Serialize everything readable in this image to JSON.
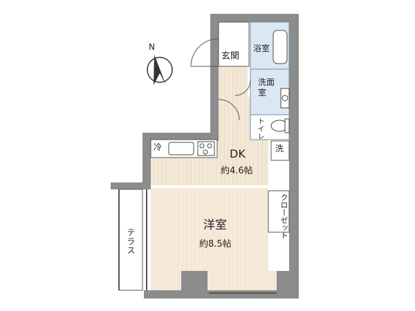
{
  "compass": {
    "north_label": "N",
    "icon": "compass-north-arrow"
  },
  "rooms": {
    "genkan": "玄関",
    "bath": "浴室",
    "washroom": "洗面室",
    "toilet": "トイレ",
    "laundry": "洗",
    "fridge": "冷",
    "dk_name": "DK",
    "dk_size": "約4.6帖",
    "closet": "クローゼット",
    "western_name": "洋室",
    "western_size": "約8.5帖",
    "terrace": "テラス"
  },
  "colors": {
    "wall": "#8c8c8c",
    "dk_floor": "#f3e7d6",
    "western_floor": "#f6eadb",
    "wet_floor": "#dbe8f4",
    "terrace_floor": "#ffffff"
  }
}
